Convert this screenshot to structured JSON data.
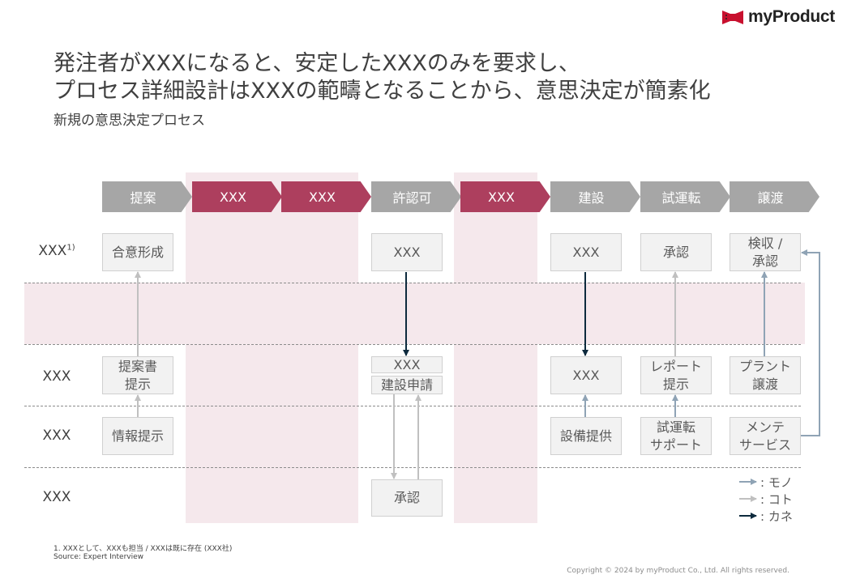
{
  "brand": {
    "name": "myProduct",
    "color": "#c8102e"
  },
  "title": {
    "line1": "発注者がXXXになると、安定したXXXのみを要求し、",
    "line2": "プロセス詳細設計はXXXの範疇となることから、意思決定が簡素化",
    "subtitle": "新規の意思決定プロセス"
  },
  "colors": {
    "gray_stage": "#a6a6a6",
    "red_stage": "#ad3f5e",
    "band": "#f5e8ec",
    "mono": "#8fa3b5",
    "koto": "#c0c0c0",
    "kane": "#0d2a3d"
  },
  "stages": [
    {
      "label": "提案",
      "style": "gray"
    },
    {
      "label": "XXX",
      "style": "red"
    },
    {
      "label": "XXX",
      "style": "red"
    },
    {
      "label": "許認可",
      "style": "gray"
    },
    {
      "label": "XXX",
      "style": "red"
    },
    {
      "label": "建設",
      "style": "gray"
    },
    {
      "label": "試運転",
      "style": "gray"
    },
    {
      "label": "譲渡",
      "style": "gray"
    }
  ],
  "rows": [
    {
      "label": "XXX",
      "sup": "1)"
    },
    {
      "label": "XXX"
    },
    {
      "label": "XXX"
    },
    {
      "label": "XXX"
    }
  ],
  "boxes": {
    "r1_c1": "合意形成",
    "r1_c4": "XXX",
    "r1_c6": "XXX",
    "r1_c7": "承認",
    "r1_c8": "検収 /\n承認",
    "r2_c1": "提案書\n提示",
    "r2_c4_top": "XXX",
    "r2_c4_bottom": "建設申請",
    "r2_c6": "XXX",
    "r2_c7": "レポート\n提示",
    "r2_c8": "プラント\n譲渡",
    "r3_c1": "情報提示",
    "r3_c6": "設備提供",
    "r3_c7": "試運転\nサポート",
    "r3_c8": "メンテ\nサービス",
    "r4_c4": "承認"
  },
  "legend": [
    {
      "label": ": モノ",
      "type": "mono"
    },
    {
      "label": ": コト",
      "type": "koto"
    },
    {
      "label": ": カネ",
      "type": "kane"
    }
  ],
  "footnote": {
    "note1": "1. XXXとして、XXXも担当 / XXXは既に存在 (XXX社)",
    "source": "Source: Expert Interview"
  },
  "copyright": "Copyright © 2024 by myProduct Co., Ltd.  All rights reserved."
}
